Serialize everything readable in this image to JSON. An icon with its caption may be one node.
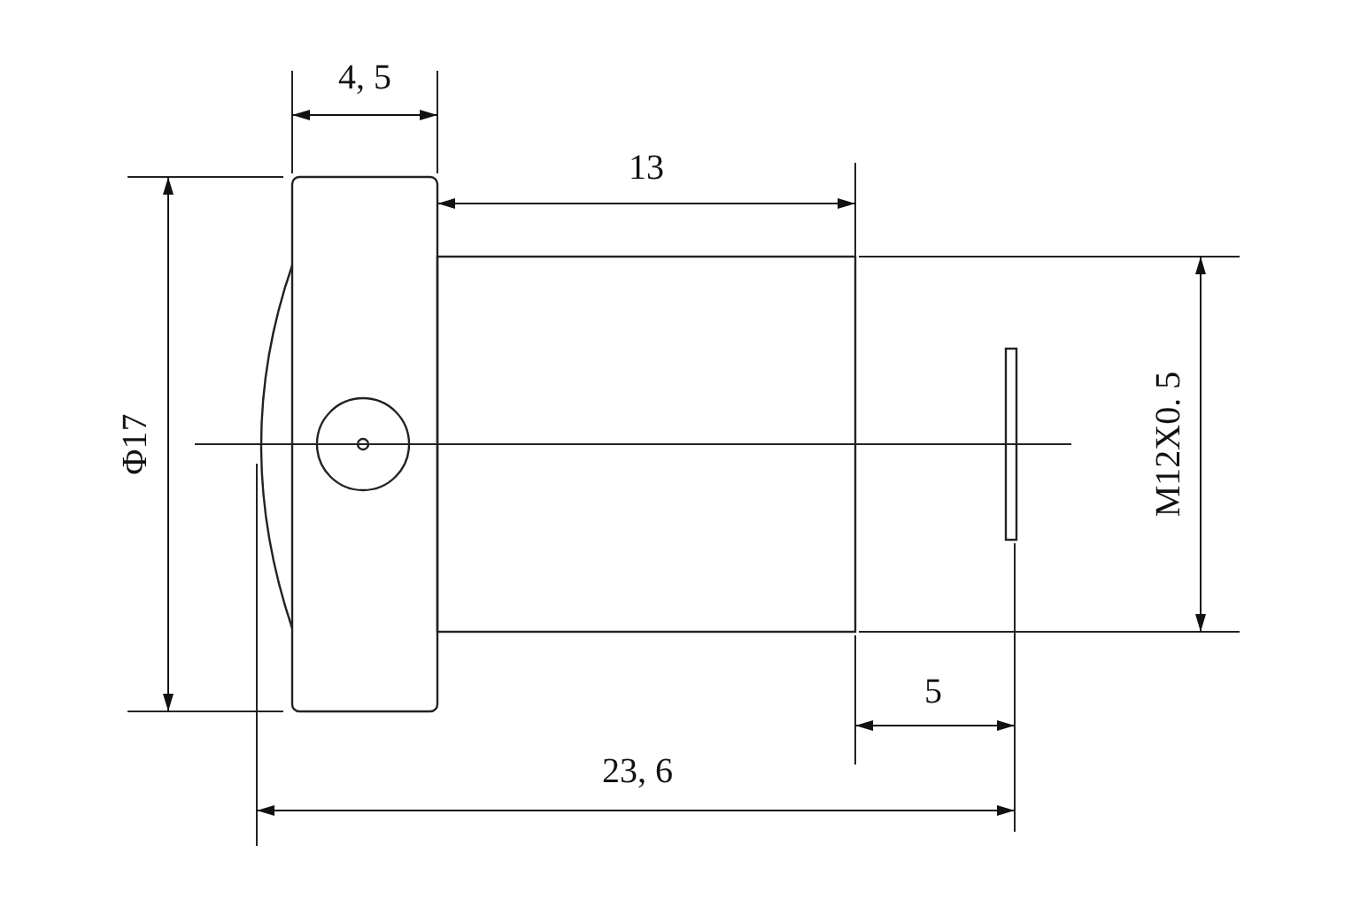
{
  "diagram": {
    "labels": [
      "4, 5",
      "13",
      "Φ17",
      "M12X0. 5",
      "5",
      "23, 6"
    ]
  }
}
